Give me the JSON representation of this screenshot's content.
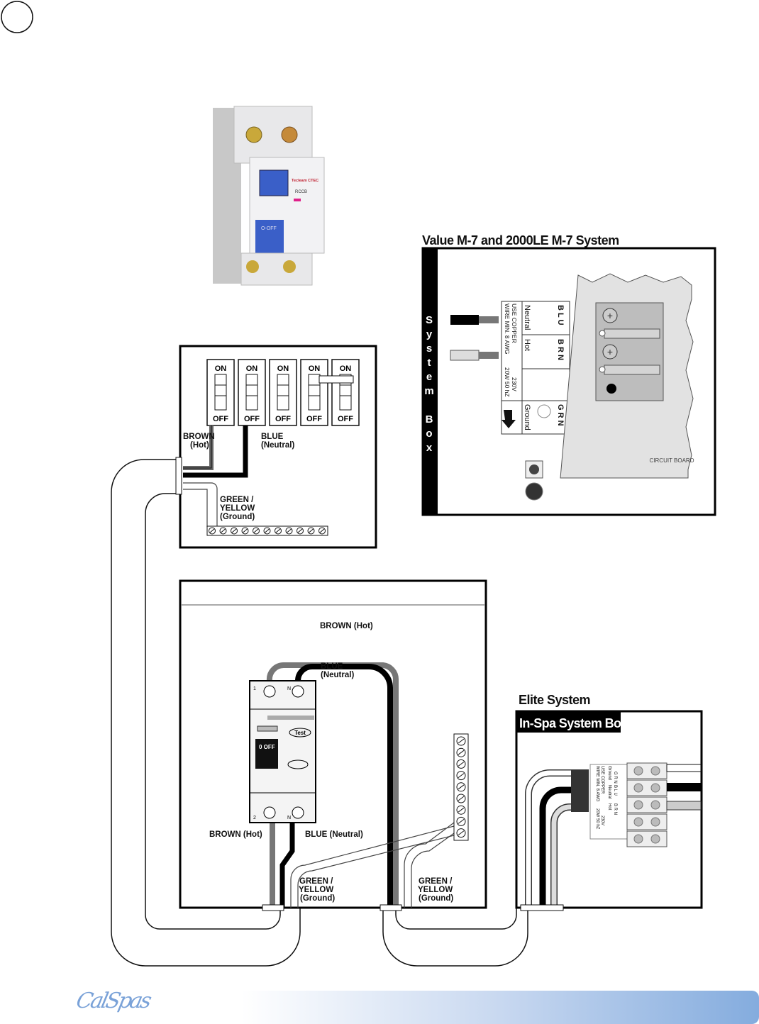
{
  "page_marker": "",
  "photo": {
    "brand": "Tecleam CTEC",
    "model": "RCCB",
    "switch_label": "O-OFF"
  },
  "m7": {
    "title": "Value M-7 and 2000LE M-7 System",
    "side_label": [
      "S",
      "y",
      "s",
      "t",
      "e",
      "m",
      "",
      "B",
      "o",
      "x"
    ],
    "terminal": {
      "blu": "B L U",
      "neutral": "Neutral",
      "brn": "B R N",
      "hot": "Hot",
      "grn": "G R N",
      "ground": "Ground",
      "copper": "USE COPPER",
      "wire": "WIRE MIN. 8 AWG",
      "volt": "230V",
      "rating": "20W 50 hZ"
    },
    "circuit_board": "CIRCUIT BOARD"
  },
  "panel": {
    "breakers": [
      {
        "on": "ON",
        "off": "OFF"
      },
      {
        "on": "ON",
        "off": "OFF"
      },
      {
        "on": "ON",
        "off": "OFF"
      },
      {
        "on": "ON",
        "off": "OFF"
      },
      {
        "on": "ON",
        "off": "OFF"
      }
    ],
    "brown": "BROWN",
    "brown_sub": "(Hot)",
    "blue": "BLUE",
    "blue_sub": "(Neutral)",
    "green": "GREEN /",
    "yellow": "YELLOW",
    "ground": "(Ground)"
  },
  "rccb_box": {
    "brown_top": "BROWN (Hot)",
    "blue_top": "BLUE",
    "blue_top_sub": "(Neutral)",
    "brown_bottom": "BROWN (Hot)",
    "blue_bottom": "BLUE (Neutral)",
    "ground_left": [
      "GREEN /",
      "YELLOW",
      "(Ground)"
    ],
    "ground_right": [
      "GREEN /",
      "YELLOW",
      "(Ground)"
    ],
    "rccb": {
      "pole1": "1",
      "poleN": "N",
      "pole2": "2",
      "test": "Test",
      "off": "0 OFF"
    }
  },
  "elite": {
    "title": "Elite System",
    "box_label": "In-Spa System Box",
    "terminal": {
      "grn": "G R N",
      "ground": "Ground",
      "blu": "B L U",
      "neutral": "Neutral",
      "brn": "B R N",
      "hot": "Hot",
      "copper": "USE COPPER",
      "wire": "WIRE MIN. 8 AWG",
      "volt": "230V",
      "rating": "20W 50 hZ"
    }
  },
  "footer": {
    "logo": "CalSpas"
  },
  "colors": {
    "accent": "#84acde",
    "logo": "#7aa2d8",
    "breaker_blue": "#3a5fc8",
    "wire_gray": "#888888",
    "wire_black": "#111111"
  }
}
